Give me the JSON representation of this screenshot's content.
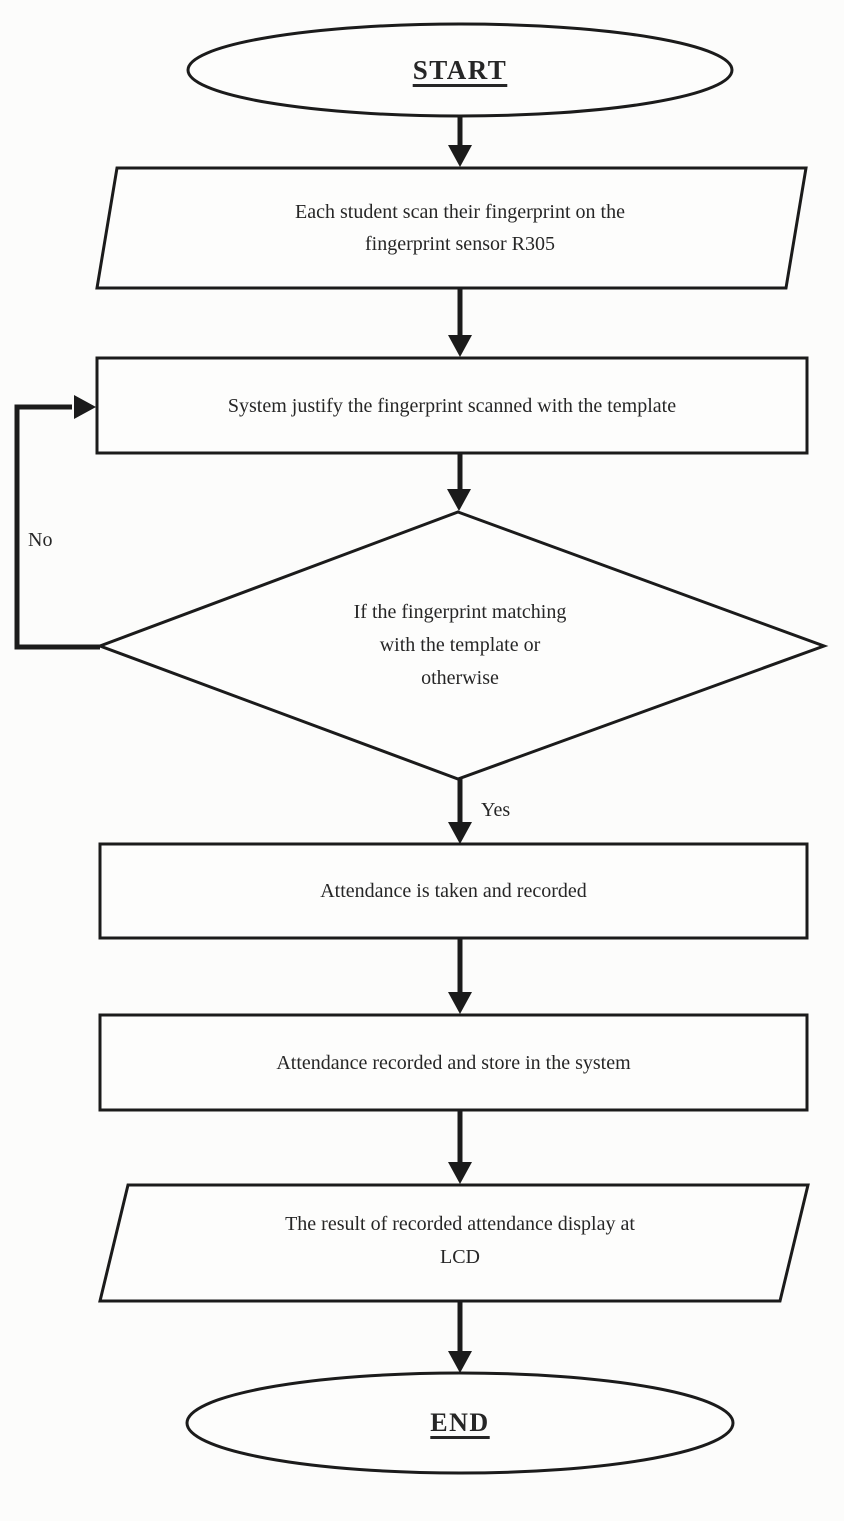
{
  "flowchart": {
    "nodes": {
      "start": {
        "type": "terminator",
        "label": "START"
      },
      "scan": {
        "type": "input-output",
        "line1": "Each student scan their fingerprint on the",
        "line2": "fingerprint sensor R305"
      },
      "justify": {
        "type": "process",
        "label": "System justify the fingerprint scanned with the template"
      },
      "decision": {
        "type": "decision",
        "line1": "If the fingerprint matching",
        "line2": "with the template or",
        "line3": "otherwise"
      },
      "taken": {
        "type": "process",
        "label": "Attendance is taken and recorded"
      },
      "stored": {
        "type": "process",
        "label": "Attendance recorded and store in the system"
      },
      "display": {
        "type": "input-output",
        "line1": "The result of recorded attendance display at",
        "line2": "LCD"
      },
      "end": {
        "type": "terminator",
        "label": "END"
      }
    },
    "branch_labels": {
      "no": "No",
      "yes": "Yes"
    },
    "colors": {
      "stroke": "#1b1b1b",
      "text": "#262626",
      "background": "#fcfcfb"
    }
  }
}
